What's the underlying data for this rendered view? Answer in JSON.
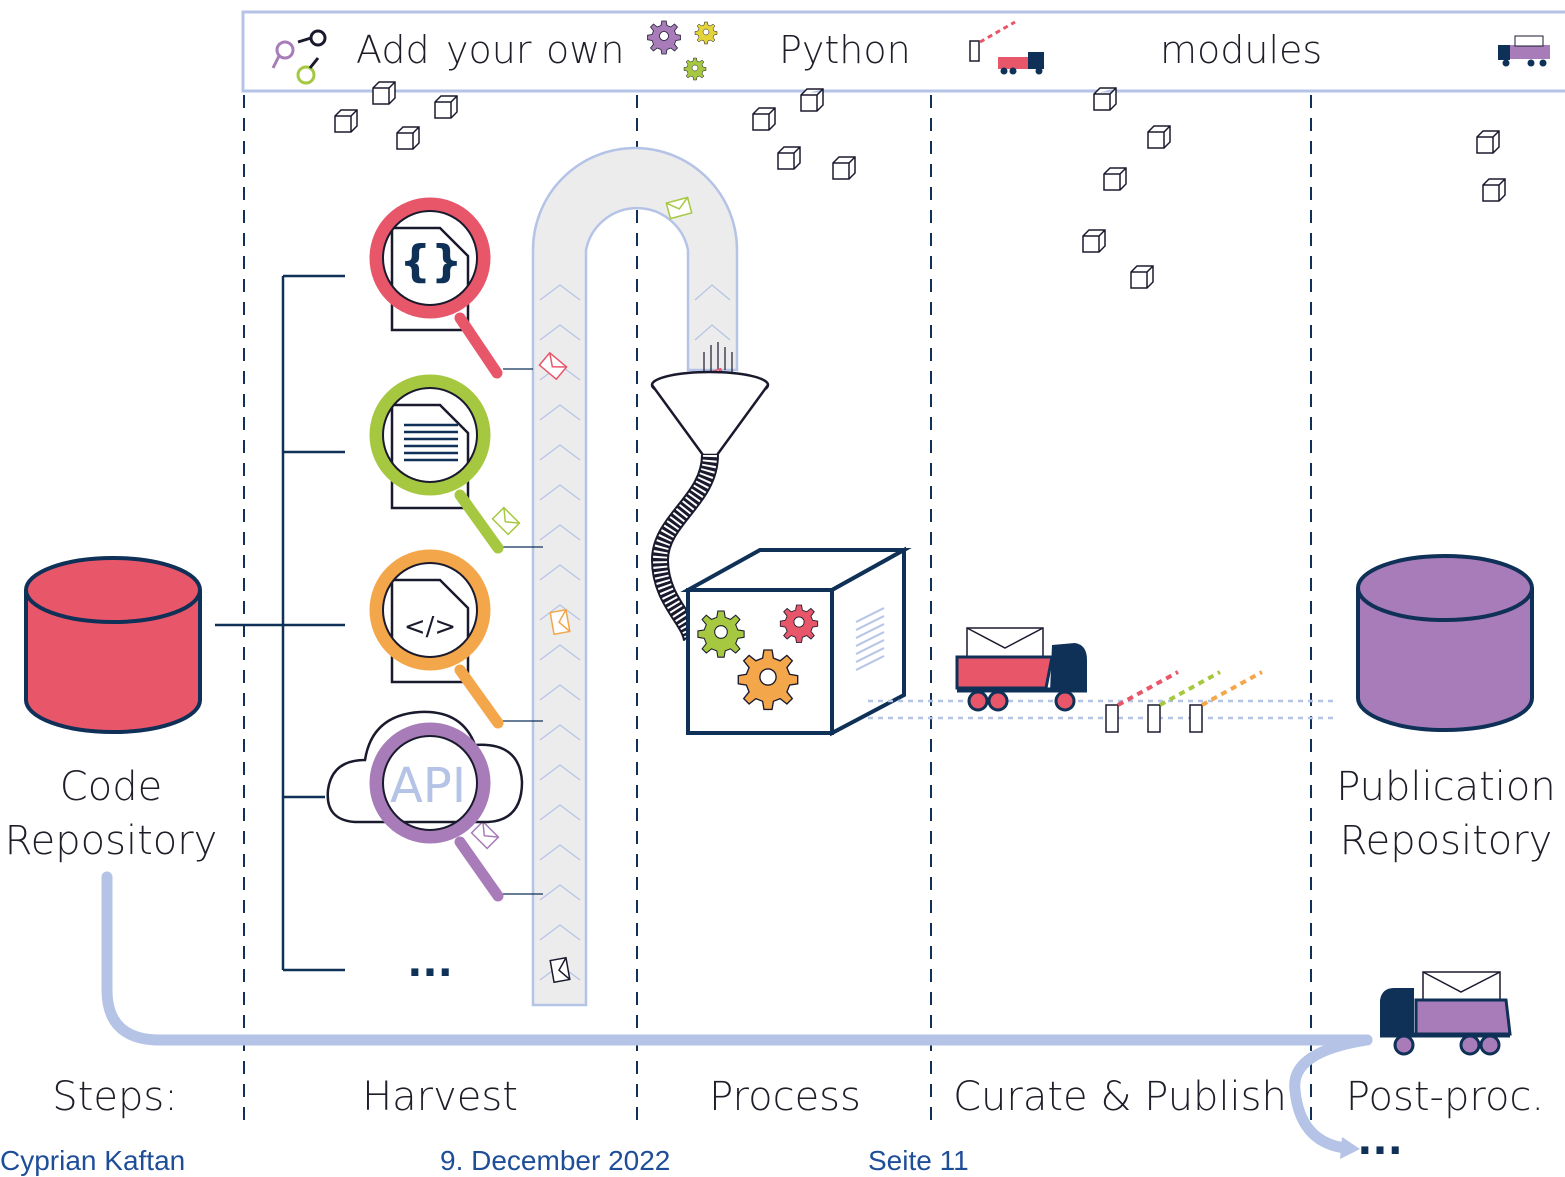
{
  "banner": {
    "words": [
      "Add",
      "your",
      "own",
      "Python",
      "modules"
    ]
  },
  "repositories": {
    "code": [
      "Code",
      "Repository"
    ],
    "publication": [
      "Publication",
      "Repository"
    ]
  },
  "harvesters": [
    {
      "icon": "json-file-icon",
      "color": "#e8566a"
    },
    {
      "icon": "text-file-icon",
      "color": "#a6c841"
    },
    {
      "icon": "code-file-icon",
      "color": "#f4a64a"
    },
    {
      "icon": "api-cloud-icon",
      "color": "#a77cb8",
      "text": "API"
    }
  ],
  "more_ellipsis": "...",
  "steps": {
    "label": "Steps:",
    "items": [
      "Harvest",
      "Process",
      "Curate & Publish",
      "Post-proc."
    ],
    "trailing": "..."
  },
  "footer": {
    "left": "Cyprian Kaftan",
    "center": "9. December 2022",
    "right": "Seite 11"
  },
  "colors": {
    "navy": "#0f3057",
    "red": "#e8566a",
    "green": "#a6c841",
    "orange": "#f4a64a",
    "purple": "#a77cb8",
    "conveyor": "#b4c3e6"
  }
}
